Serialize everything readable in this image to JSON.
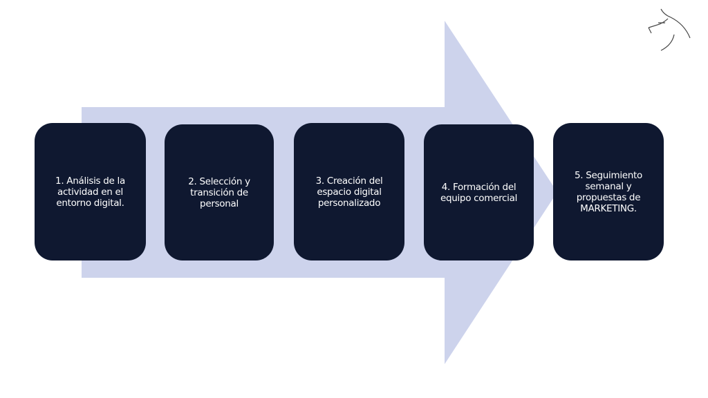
{
  "colors": {
    "arrow": "#cdd3ec",
    "box": "#0f1830",
    "text": "#ffffff",
    "logo": "#444444"
  },
  "logo": {
    "icon": "wolf-head-line-logo"
  },
  "steps": [
    {
      "lines": [
        "1. Análisis de la",
        "actividad en el",
        "entorno digital."
      ]
    },
    {
      "lines": [
        "2. Selección y",
        "transición de",
        "personal"
      ]
    },
    {
      "lines": [
        "3. Creación del",
        "espacio digital",
        "personalizado"
      ]
    },
    {
      "lines": [
        "4. Formación del",
        "equipo comercial"
      ]
    },
    {
      "lines": [
        "5. Seguimiento",
        "semanal y",
        "propuestas de",
        "MARKETING."
      ]
    }
  ]
}
